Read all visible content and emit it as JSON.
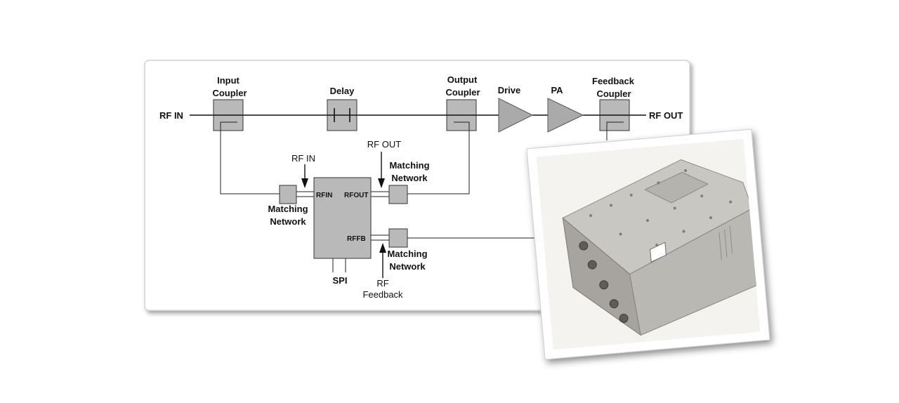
{
  "labels": {
    "rf_in": "RF IN",
    "rf_out": "RF OUT",
    "input_coupler": [
      "Input",
      "Coupler"
    ],
    "delay": "Delay",
    "output_coupler": [
      "Output",
      "Coupler"
    ],
    "drive": "Drive",
    "pa": "PA",
    "feedback_coupler": [
      "Feedback",
      "Coupler"
    ],
    "rf_in_probe": "RF IN",
    "rf_out_probe": "RF OUT",
    "matching_network_input": [
      "Matching",
      "Network"
    ],
    "matching_network_output": [
      "Matching",
      "Network"
    ],
    "matching_network_feedback": [
      "Matching",
      "Network"
    ],
    "pin_rfin": "RFIN",
    "pin_rfout": "RFOUT",
    "pin_rffb": "RFFB",
    "spi": "SPI",
    "rf_feedback": [
      "RF",
      "Feedback"
    ]
  },
  "colors": {
    "block_fill": "#b9b9b9",
    "amp_fill": "#a9aaa9",
    "line": "#111111"
  },
  "photo": {
    "subject": "rf-amplifier-module-photo"
  }
}
